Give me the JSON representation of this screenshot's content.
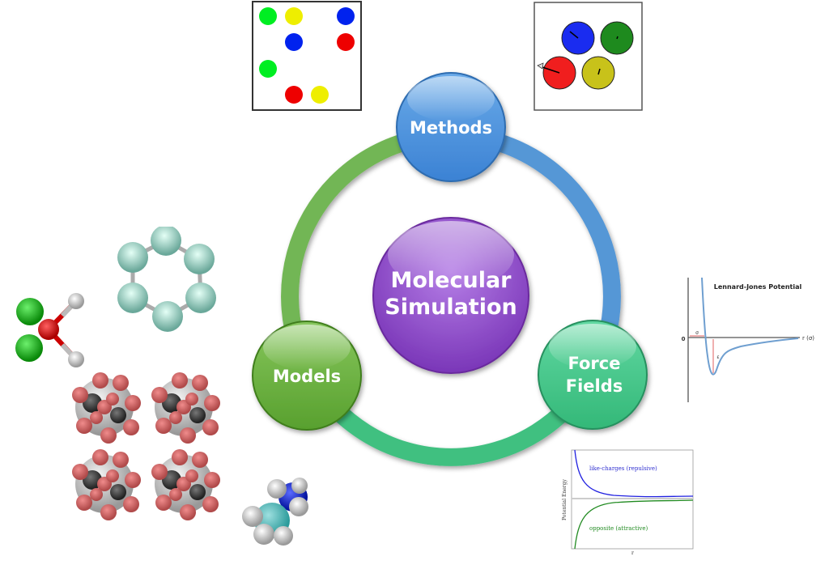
{
  "diagram": {
    "center": {
      "label_line1": "Molecular",
      "label_line2": "Simulation",
      "color": "#9b4fd0"
    },
    "nodes": [
      {
        "id": "methods",
        "label_line1": "Methods",
        "label_line2": "",
        "color": "#4a8fdc"
      },
      {
        "id": "force-fields",
        "label_line1": "Force",
        "label_line2": "Fields",
        "color": "#3fc68a"
      },
      {
        "id": "models",
        "label_line1": "Models",
        "label_line2": "",
        "color": "#6ab33f"
      }
    ],
    "ring_colors": {
      "methods_to_forcefields": "#5597d6",
      "forcefields_to_models": "#3fc080",
      "models_to_methods": "#72b655"
    }
  },
  "illustrations": {
    "particle_grid": {
      "colors": [
        "#00ee22",
        "#eeee00",
        "#0022ee",
        "#0022ee",
        "#ee0000",
        "#00ee22",
        "#ee0000",
        "#eeee00"
      ]
    },
    "particle_velocities": {
      "colors": [
        "#1a2cf0",
        "#1e8a1e",
        "#f01e1e",
        "#c8c21a"
      ]
    },
    "lennard_jones": {
      "title": "Lennard-Jones Potential",
      "x_axis_label": "r (σ)",
      "zero_label": "0",
      "sigma_label": "σ",
      "epsilon_label": "ε"
    },
    "coulomb_plot": {
      "y_axis_label": "Potential Energy",
      "x_axis_label": "r",
      "repulsive_label": "like-charges (repulsive)",
      "attractive_label": "opposite (attractive)"
    },
    "molecules": [
      "ch2cl2-molecule",
      "benzene-ring",
      "framework-crystal",
      "methylamine-molecule"
    ]
  }
}
